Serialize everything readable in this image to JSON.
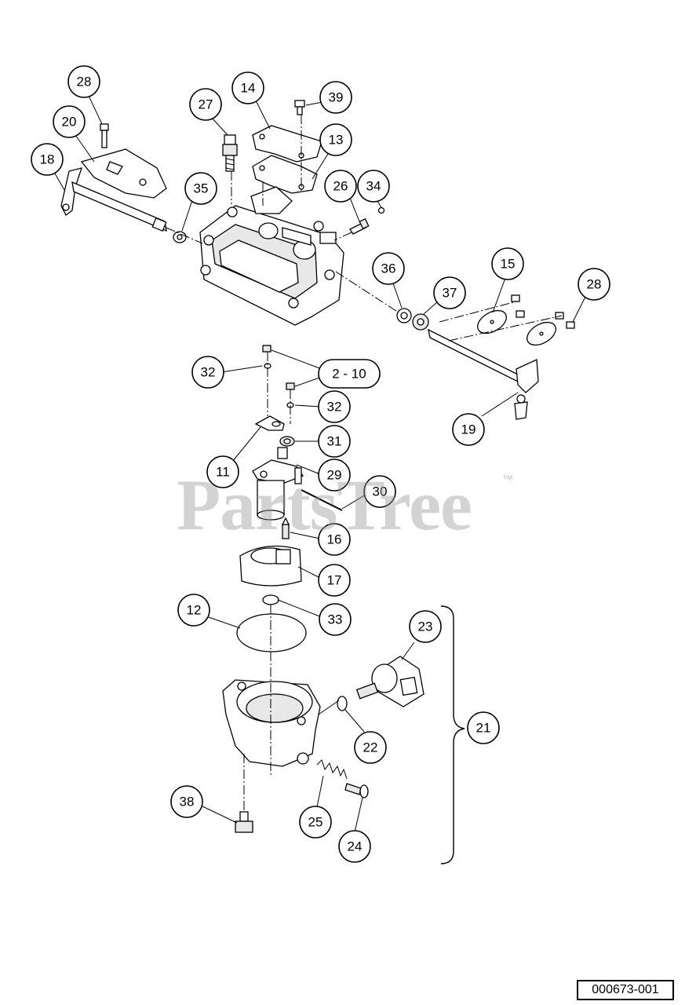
{
  "watermark": {
    "text": "PartsTree",
    "mark": "™"
  },
  "diagram_code": "000673-001",
  "callouts": [
    {
      "id": "c28a",
      "label": "28"
    },
    {
      "id": "c20",
      "label": "20"
    },
    {
      "id": "c18",
      "label": "18"
    },
    {
      "id": "c27",
      "label": "27"
    },
    {
      "id": "c14",
      "label": "14"
    },
    {
      "id": "c39",
      "label": "39"
    },
    {
      "id": "c13",
      "label": "13"
    },
    {
      "id": "c35",
      "label": "35"
    },
    {
      "id": "c26",
      "label": "26"
    },
    {
      "id": "c34",
      "label": "34"
    },
    {
      "id": "c36",
      "label": "36"
    },
    {
      "id": "c37",
      "label": "37"
    },
    {
      "id": "c15",
      "label": "15"
    },
    {
      "id": "c28b",
      "label": "28"
    },
    {
      "id": "c32a",
      "label": "32"
    },
    {
      "id": "c2_10",
      "label": "2 - 10"
    },
    {
      "id": "c32b",
      "label": "32"
    },
    {
      "id": "c31",
      "label": "31"
    },
    {
      "id": "c11",
      "label": "11"
    },
    {
      "id": "c29",
      "label": "29"
    },
    {
      "id": "c30",
      "label": "30"
    },
    {
      "id": "c19",
      "label": "19"
    },
    {
      "id": "c16",
      "label": "16"
    },
    {
      "id": "c17",
      "label": "17"
    },
    {
      "id": "c12",
      "label": "12"
    },
    {
      "id": "c33",
      "label": "33"
    },
    {
      "id": "c23",
      "label": "23"
    },
    {
      "id": "c21",
      "label": "21"
    },
    {
      "id": "c22",
      "label": "22"
    },
    {
      "id": "c38",
      "label": "38"
    },
    {
      "id": "c25",
      "label": "25"
    },
    {
      "id": "c24",
      "label": "24"
    }
  ]
}
